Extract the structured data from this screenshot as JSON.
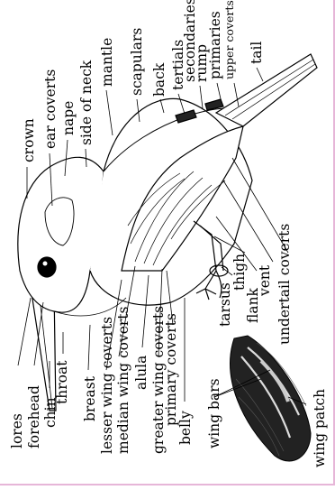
{
  "labels": {
    "crown": "crown",
    "ear_coverts": "ear coverts",
    "nape": "nape",
    "side_of_neck": "side of neck",
    "mantle": "mantle",
    "scapulars": "scapulars",
    "back": "back",
    "tertials": "tertials",
    "secondaries": "secondaries",
    "rump": "rump",
    "primaries": "primaries",
    "upper_coverts": "upper coverts",
    "tail": "tail",
    "lores": "lores",
    "forehead": "forehead",
    "chin": "chin",
    "throat": "throat",
    "breast": "breast",
    "lesser_wing_coverts": "lesser wing coverts",
    "median_wing_coverts": "median wing coverts",
    "alula": "alula",
    "greater_wing_coverts": "greater wing coverts",
    "primary_coverts": "primary coverts",
    "belly": "belly",
    "tarsus": "tarsus",
    "thigh": "thigh",
    "flank": "flank",
    "vent": "vent",
    "undertail_coverts": "undertail coverts",
    "wing_bars": "wing bars",
    "wing_patch": "wing patch"
  },
  "colors": {
    "line": "#000000",
    "accent_border": "#e6b6d8",
    "background": "#ffffff"
  }
}
